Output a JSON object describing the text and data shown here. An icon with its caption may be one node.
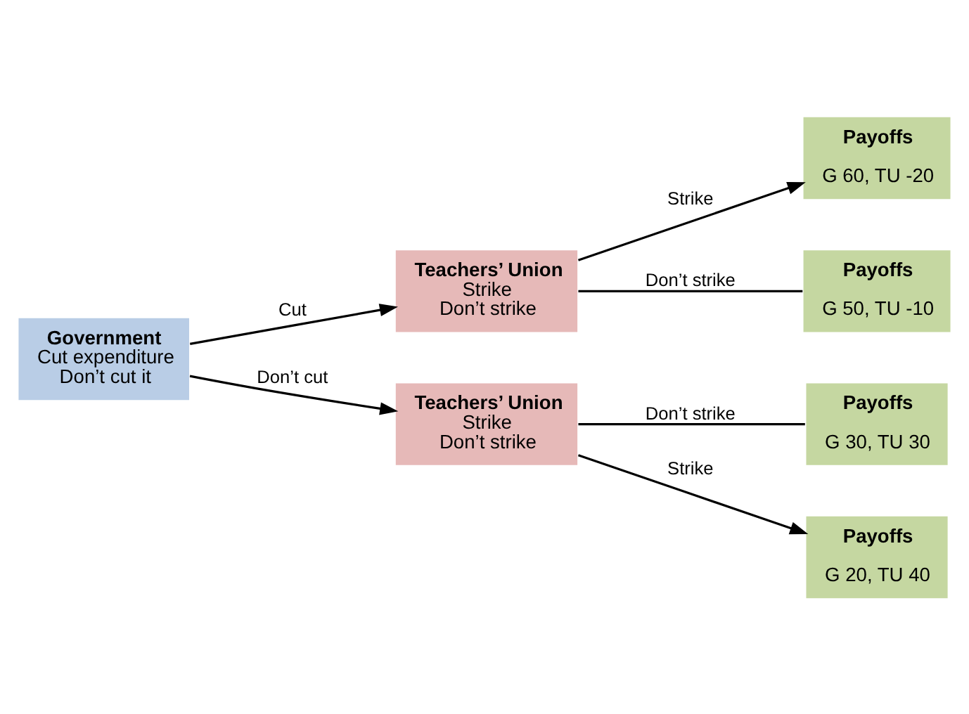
{
  "diagram": {
    "nodes": [
      {
        "text": [
          "Government",
          "Cut expenditure",
          "Don’t cut it"
        ]
      },
      {
        "text": [
          "Teachers’ Union",
          "Strike",
          "Don’t strike"
        ]
      },
      {
        "text": [
          "Teachers’ Union",
          "Strike",
          "Don’t strike"
        ]
      },
      {
        "text": [
          "Payoffs",
          "G 60, TU -20"
        ]
      },
      {
        "text": [
          "Payoffs",
          "G 50, TU -10"
        ]
      },
      {
        "text": [
          "Payoffs",
          "G 30, TU 30"
        ]
      },
      {
        "text": [
          "Payoffs",
          "G 20, TU 40"
        ]
      }
    ],
    "edges": [
      {
        "from": 0,
        "to": 1,
        "arrow": "to",
        "label": "Cut"
      },
      {
        "from": 0,
        "to": 2,
        "arrow": "to",
        "label": "Don’t cut"
      },
      {
        "from": 1,
        "to": 3,
        "arrow": "to",
        "label": "Strike"
      },
      {
        "from": 1,
        "to": 4,
        "arrow": "none",
        "label": "Don’t strike"
      },
      {
        "from": 2,
        "to": 5,
        "arrow": "none",
        "label": "Don’t strike"
      },
      {
        "from": 2,
        "to": 6,
        "arrow": "to",
        "label": "Strike"
      }
    ]
  }
}
